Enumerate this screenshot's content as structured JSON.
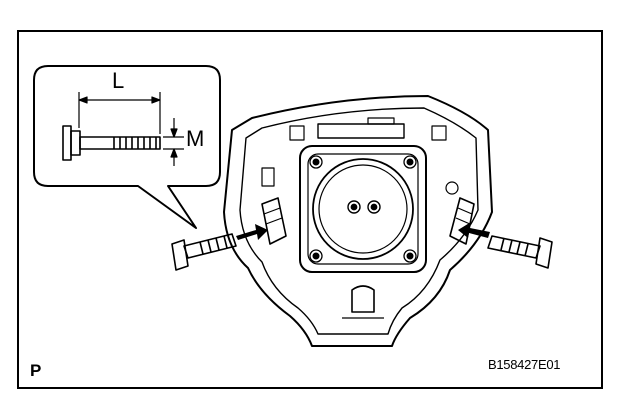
{
  "labels": {
    "length": "L",
    "diameter": "M",
    "view_letter": "P",
    "figure_code": "B158427E01"
  },
  "icons": [
    "bolt-icon",
    "arrow-icon",
    "steering-pad-icon"
  ],
  "colors": {
    "ink": "#000000",
    "background": "#ffffff",
    "shade": "#d9d9d9"
  }
}
